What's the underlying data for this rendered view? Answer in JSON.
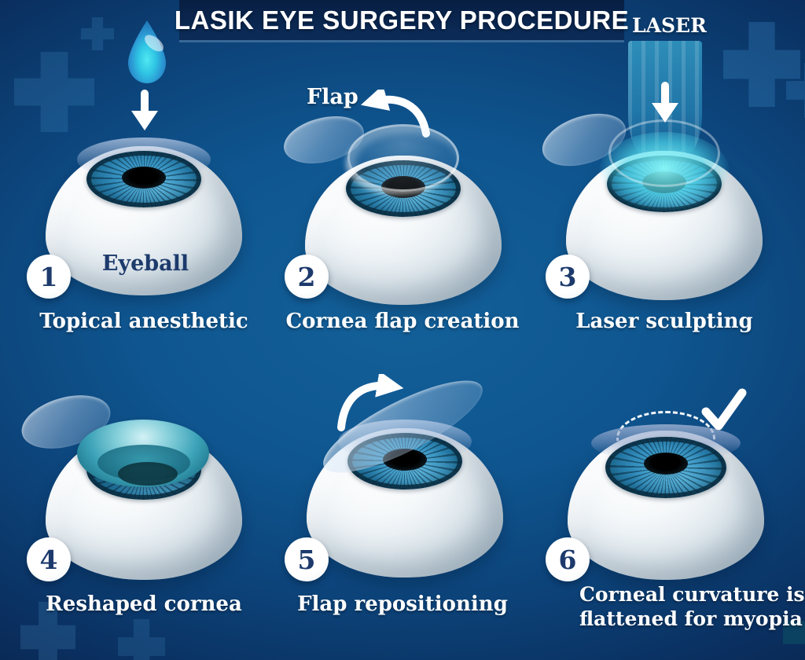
{
  "title": "LASIK EYE SURGERY PROCEDURE",
  "annotations": {
    "laser": "LASER",
    "flap": "Flap",
    "eyeball": "Eyeball"
  },
  "steps": [
    {
      "number": "1",
      "caption": "Topical anesthetic"
    },
    {
      "number": "2",
      "caption": "Cornea flap creation"
    },
    {
      "number": "3",
      "caption": "Laser sculpting"
    },
    {
      "number": "4",
      "caption": "Reshaped cornea"
    },
    {
      "number": "5",
      "caption": "Flap repositioning"
    },
    {
      "number": "6",
      "caption": "Corneal curvature is flattened for myopia"
    }
  ],
  "icons": {
    "eye_drop": "eye-drop-icon",
    "down_arrow": "down-arrow-icon",
    "curved_arrow_left": "curved-arrow-left-icon",
    "curved_arrow_right": "curved-arrow-right-icon",
    "checkmark": "checkmark-icon",
    "medical_cross": "medical-cross-decoration",
    "laser_beam": "laser-beam"
  },
  "colors": {
    "background_center": "#136099",
    "background_edge": "#082348",
    "title_band": "#0b2a55",
    "title_text": "#ffffff",
    "caption_text": "#ffffff",
    "badge_background": "#ffffff",
    "badge_number": "#1d3a6c",
    "eyeball_label": "#1d3a6c",
    "iris_blue": "#3490bf",
    "iris_ring": "#092c40",
    "pupil": "#000000",
    "laser_cyan": "#46c3e8",
    "drop_blue": "#2b96d2",
    "cross_decoration": "#4691c8"
  }
}
